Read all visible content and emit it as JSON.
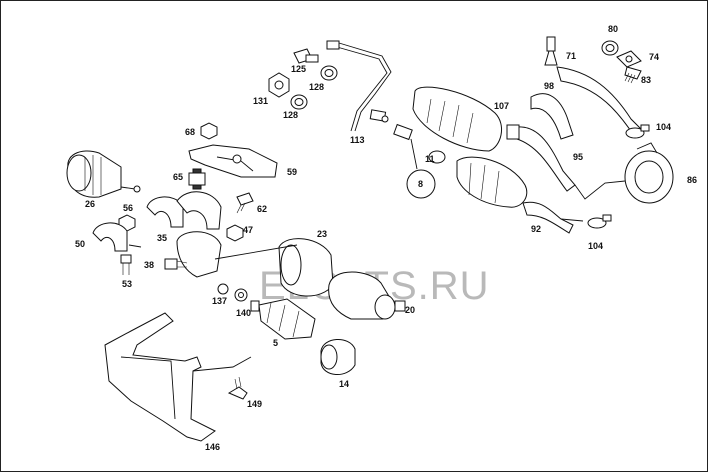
{
  "watermark": "ELCATS.RU",
  "labels": {
    "p80": "80",
    "p71": "71",
    "p74": "74",
    "p83": "83",
    "p98": "98",
    "p125": "125",
    "p128a": "128",
    "p131": "131",
    "p128b": "128",
    "p113": "113",
    "p107": "107",
    "p104a": "104",
    "p95": "95",
    "p86": "86",
    "p92": "92",
    "p104b": "104",
    "p11": "11",
    "p8": "8",
    "p68": "68",
    "p65": "65",
    "p59": "59",
    "p26": "26",
    "p56": "56",
    "p62": "62",
    "p50": "50",
    "p35": "35",
    "p47": "47",
    "p23": "23",
    "p38": "38",
    "p53": "53",
    "p137": "137",
    "p140": "140",
    "p5": "5",
    "p20": "20",
    "p14": "14",
    "p149": "149",
    "p146": "146"
  }
}
